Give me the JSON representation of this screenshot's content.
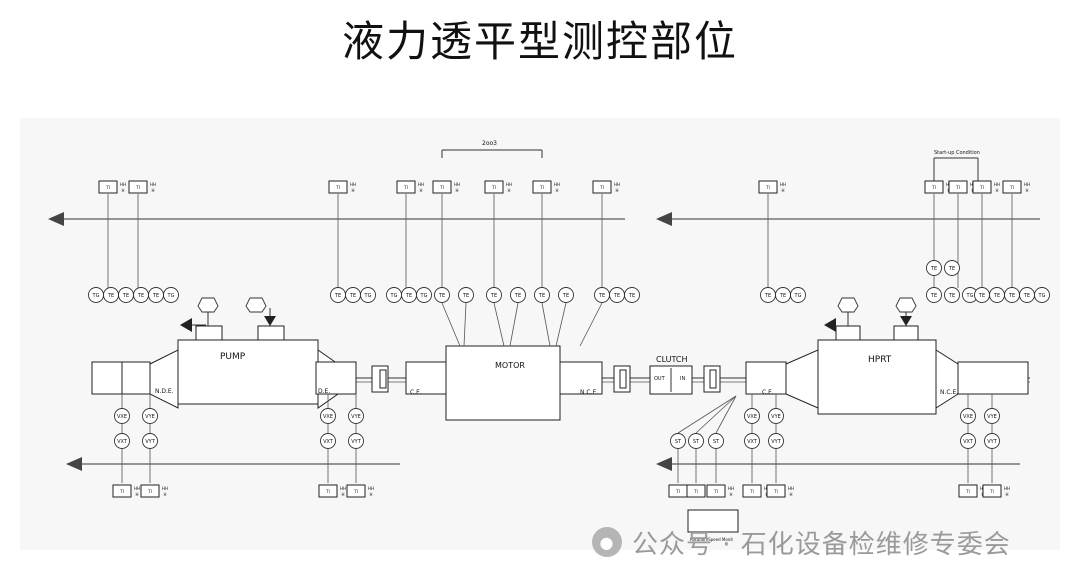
{
  "title": "液力透平型测控部位",
  "watermark": "公众号 · 石化设备检维修专委会",
  "labels": {
    "pump": "PUMP",
    "motor": "MOTOR",
    "clutch": "CLUTCH",
    "hprt": "HPRT",
    "two_of_three": "2oo3",
    "startup": "Start-up Condition",
    "nde": "N.D.E.",
    "de": "D.E.",
    "ce": "C.E.",
    "nce": "N.C.E.",
    "out": "OUT",
    "in": "IN",
    "bottom_box": "Rotation/Speed Monit"
  },
  "tags": {
    "tg": "TG",
    "te": "TE",
    "vxe": "VXE",
    "vye": "VYE",
    "vxt": "VXT",
    "vyt": "VYT",
    "st": "ST",
    "ti": "TI",
    "hh": "HH",
    "h": "H"
  },
  "colors": {
    "line": "#333333",
    "background": "#f7f7f7"
  }
}
